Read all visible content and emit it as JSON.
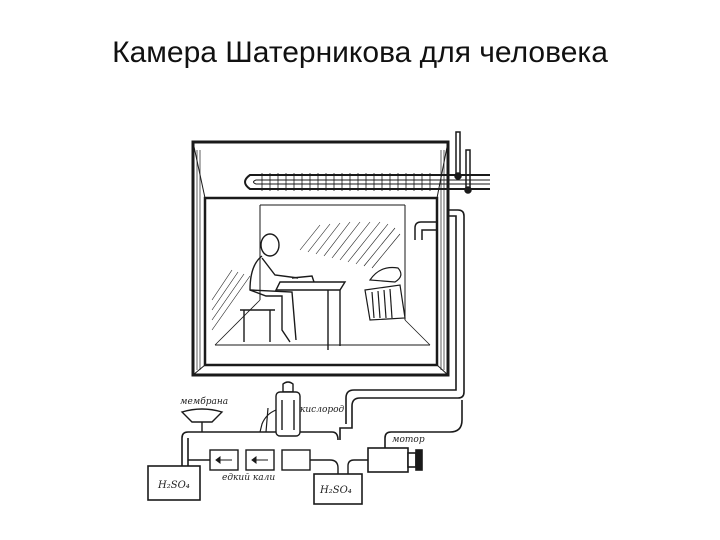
{
  "slide": {
    "title": "Камера Шатерникова для человека"
  },
  "diagram": {
    "labels": {
      "membrane": "мембрана",
      "oxygen": "кислород",
      "motor": "мотор",
      "caustic_potash": "едкий кали",
      "acid_left": "H₂SO₄",
      "acid_right": "H₂SO₄"
    },
    "colors": {
      "ink": "#1a1a1a",
      "paper": "#ffffff"
    }
  }
}
